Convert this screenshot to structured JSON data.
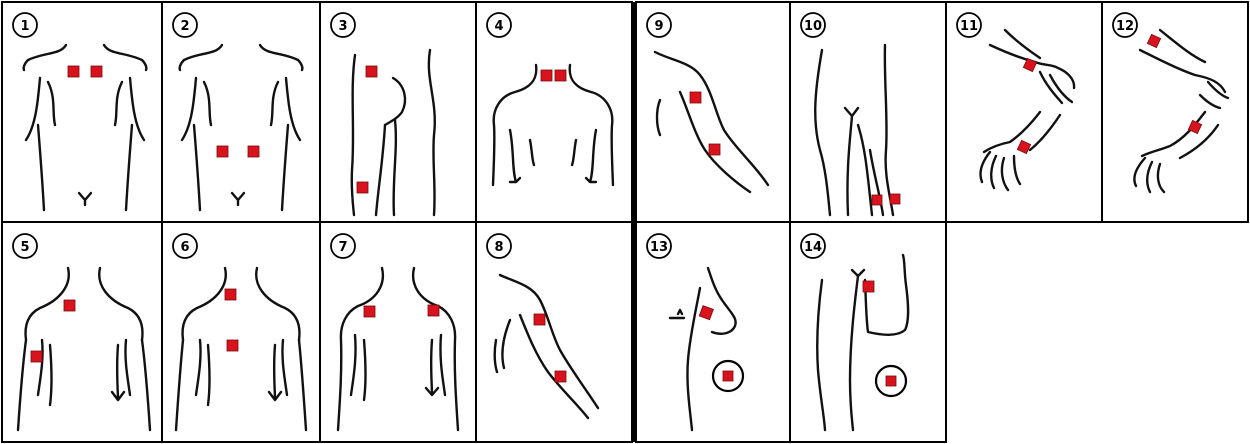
{
  "colors": {
    "pad": "#d8131e",
    "line": "#111111",
    "border": "#000000",
    "background": "#ffffff"
  },
  "panels": [
    {
      "label": "1"
    },
    {
      "label": "2"
    },
    {
      "label": "3"
    },
    {
      "label": "4"
    },
    {
      "label": "9"
    },
    {
      "label": "10"
    },
    {
      "label": "11"
    },
    {
      "label": "12"
    },
    {
      "label": "5"
    },
    {
      "label": "6"
    },
    {
      "label": "7"
    },
    {
      "label": "8"
    },
    {
      "label": "13"
    },
    {
      "label": "14"
    }
  ]
}
